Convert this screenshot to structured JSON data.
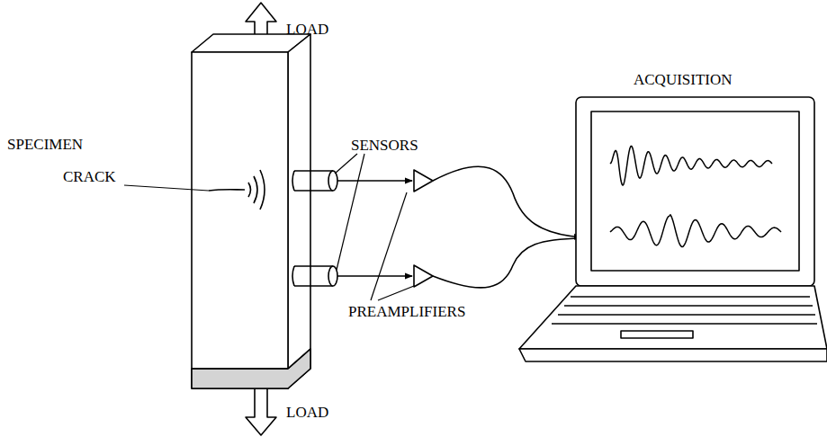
{
  "diagram": {
    "labels": [
      "LOAD",
      "SPECIMEN",
      "CRACK",
      "SENSORS",
      "ACQUISITION",
      "PREAMPLIFIERS",
      "LOAD"
    ]
  }
}
